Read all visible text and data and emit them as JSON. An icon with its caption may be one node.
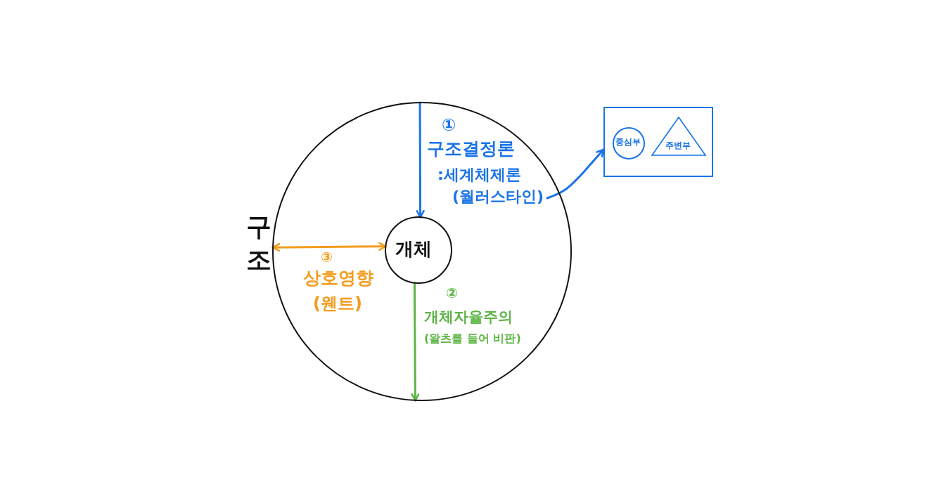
{
  "diagram": {
    "nodes": [
      {
        "text": [
          "구조"
        ]
      },
      {
        "text": [
          "개체"
        ],
        "in": 0
      },
      {
        "text": [
          "①",
          "구조결정론",
          ":세계체제론",
          "(월러스타인)"
        ],
        "in": 0
      },
      {
        "text": [],
        "shape": "box"
      },
      {
        "text": [
          "중심부"
        ],
        "in": 3
      },
      {
        "text": [
          "주변부"
        ],
        "in": 3
      },
      {
        "text": [
          "②",
          "개체자율주의",
          "(왈츠를 들어 비판)"
        ],
        "in": 0
      },
      {
        "text": [
          "③",
          "상호영향",
          "(웬트)"
        ],
        "in": 0
      }
    ],
    "edges": [
      {
        "from": 0,
        "to": 1,
        "arrow": "to",
        "color": "#1a73e8"
      },
      {
        "from": 1,
        "to": 0,
        "arrow": "to",
        "color": "#5cb544"
      },
      {
        "from": 0,
        "to": 1,
        "arrow": "both",
        "color": "#f39c1e"
      },
      {
        "from": 2,
        "to": 3,
        "arrow": "to",
        "color": "#1a73e8"
      }
    ]
  }
}
